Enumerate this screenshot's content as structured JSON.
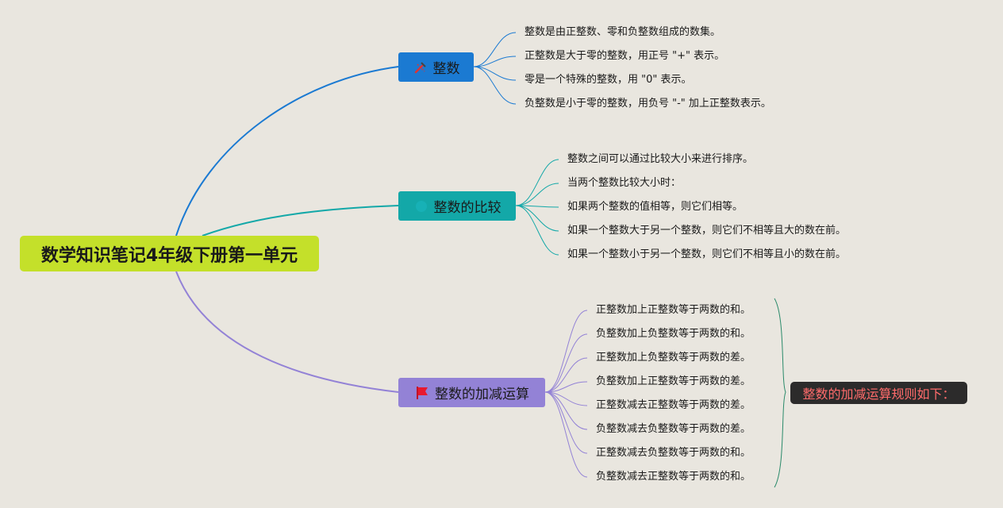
{
  "root": {
    "title": "数学知识笔记4年级下册第一单元"
  },
  "topics": [
    {
      "label": "整数",
      "icon": "tools-icon",
      "color": "#1b7ad2",
      "items": [
        "整数是由正整数、零和负整数组成的数集。",
        "正整数是大于零的整数，用正号 \"+\" 表示。",
        "零是一个特殊的整数，用 \"0\" 表示。",
        "负整数是小于零的整数，用负号 \"-\" 加上正整数表示。"
      ]
    },
    {
      "label": "整数的比较",
      "icon": "balance-icon",
      "color": "#13a8a8",
      "items": [
        "整数之间可以通过比较大小来进行排序。",
        "当两个整数比较大小时：",
        "如果两个整数的值相等，则它们相等。",
        "如果一个整数大于另一个整数，则它们不相等且大的数在前。",
        "如果一个整数小于另一个整数，则它们不相等且小的数在前。"
      ]
    },
    {
      "label": "整数的加减运算",
      "icon": "red-flag-icon",
      "color": "#9382d6",
      "items": [
        "正整数加上正整数等于两数的和。",
        "负整数加上负整数等于两数的和。",
        "正整数加上负整数等于两数的差。",
        "负整数加上正整数等于两数的差。",
        "正整数减去正整数等于两数的差。",
        "负整数减去负整数等于两数的差。",
        "正整数减去负整数等于两数的和。",
        "负整数减去正整数等于两数的和。"
      ],
      "summary": "整数的加减运算规则如下："
    }
  ]
}
